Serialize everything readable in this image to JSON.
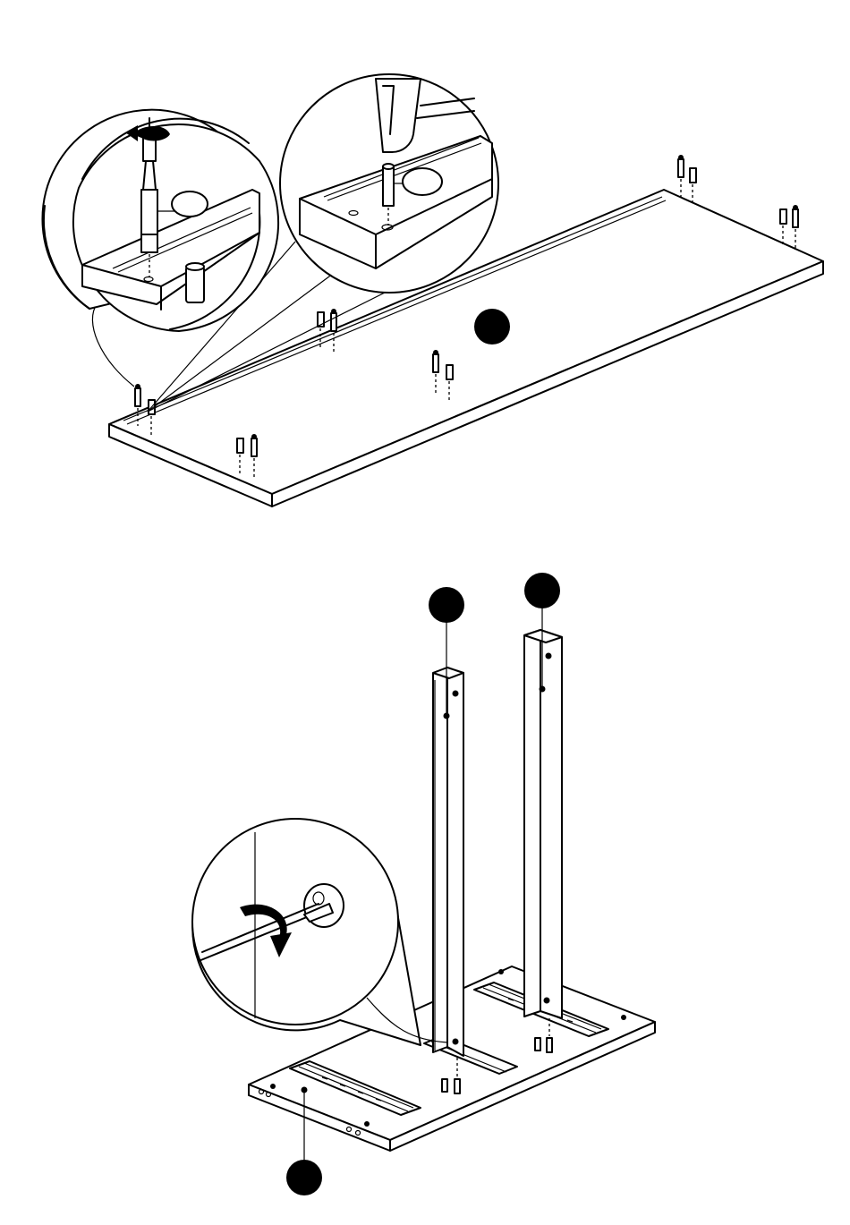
{
  "colors": {
    "ink": "#000000",
    "paper": "#ffffff"
  },
  "step_top": {
    "part_marker": "part-callout-dot",
    "zoom_left_icon": "rotate-arrow-icon",
    "zoom_right_icon": "hammer-icon"
  },
  "step_bottom": {
    "part_markers": [
      "part-callout-dot",
      "part-callout-dot",
      "part-callout-dot"
    ],
    "zoom_icon": "screwdriver-rotate-icon"
  }
}
